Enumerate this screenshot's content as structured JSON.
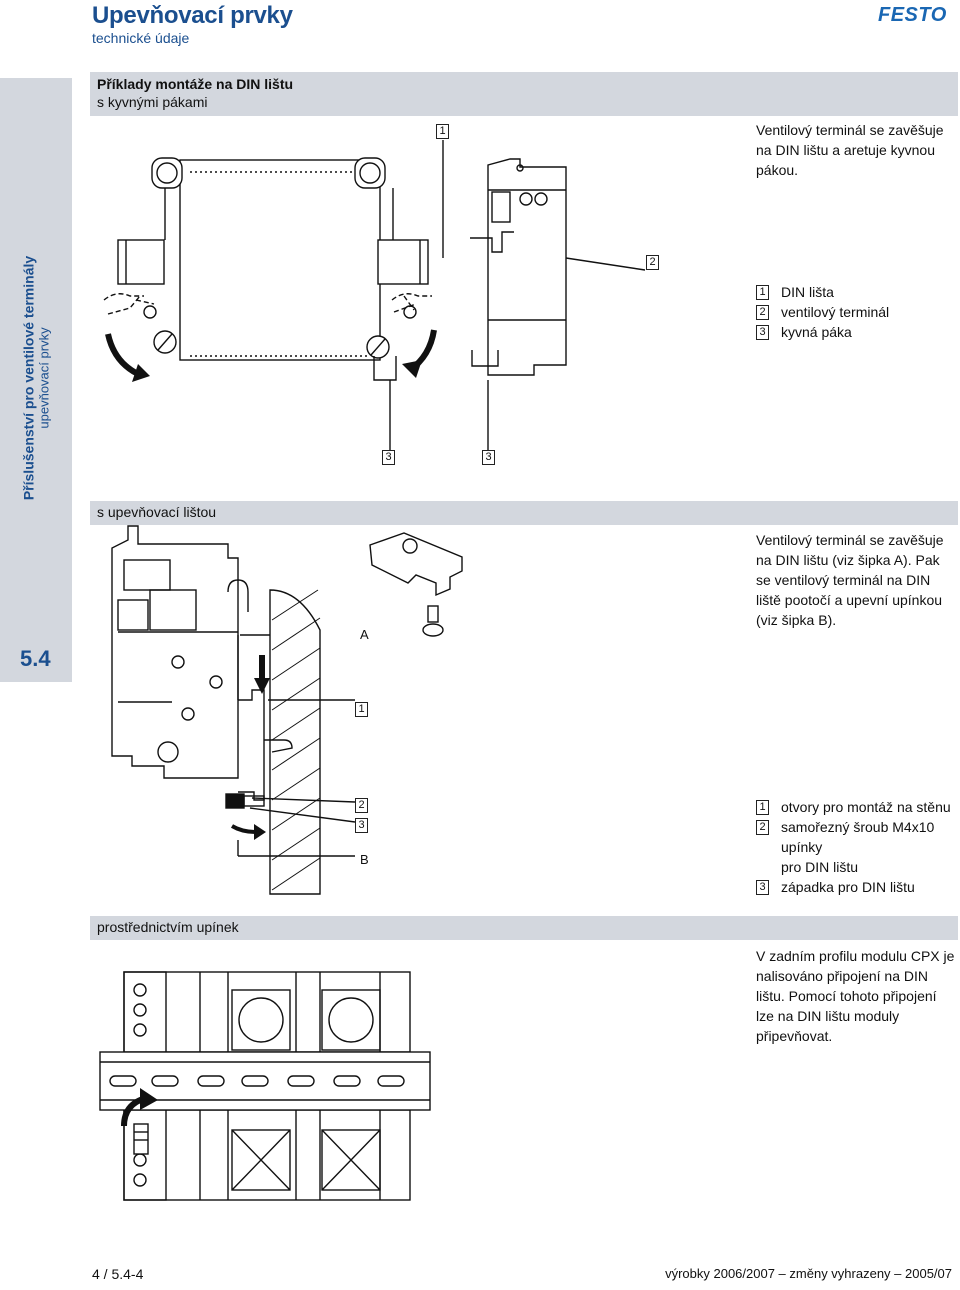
{
  "header": {
    "title": "Upevňovací prvky",
    "subtitle": "technické údaje",
    "logo": "FESTO"
  },
  "sidebar": {
    "title": "Příslušenství pro ventilové terminály",
    "subtitle": "upevňovací prvky",
    "section_number": "5.4"
  },
  "section1": {
    "heading": "Příklady montáže na DIN lištu",
    "subheading": "s kyvnými pákami",
    "description": "Ventilový terminál se zavěšuje na DIN lištu a aretuje kyvnou pákou.",
    "callouts": {
      "c1": "1",
      "c2": "2",
      "c3a": "3",
      "c3b": "3"
    },
    "legend": [
      {
        "num": "1",
        "text": "DIN lišta"
      },
      {
        "num": "2",
        "text": "ventilový terminál"
      },
      {
        "num": "3",
        "text": "kyvná páka"
      }
    ]
  },
  "section2": {
    "heading": "s upevňovací lištou",
    "description": "Ventilový terminál se zavěšuje na DIN lištu (viz šipka A). Pak se ventilový terminál na DIN liště pootočí a upevní upínkou (viz šipka B).",
    "labels": {
      "a": "A",
      "b": "B"
    },
    "callouts": {
      "c1": "1",
      "c2": "2",
      "c3": "3"
    },
    "legend": [
      {
        "num": "1",
        "line1": "otvory pro montáž na stěnu",
        "line2": ""
      },
      {
        "num": "2",
        "line1": "samořezný šroub M4x10 upínky",
        "line2": "pro DIN lištu"
      },
      {
        "num": "3",
        "line1": "západka pro DIN lištu",
        "line2": ""
      }
    ]
  },
  "section3": {
    "heading": "prostřednictvím upínek",
    "description": "V zadním profilu modulu CPX je nalisováno připojení na DIN lištu. Pomocí tohoto připojení lze na DIN lištu moduly připevňovat."
  },
  "footer": {
    "page": "4 / 5.4-4",
    "edition": "výrobky 2006/2007 – změny vyhrazeny – 2005/07"
  }
}
